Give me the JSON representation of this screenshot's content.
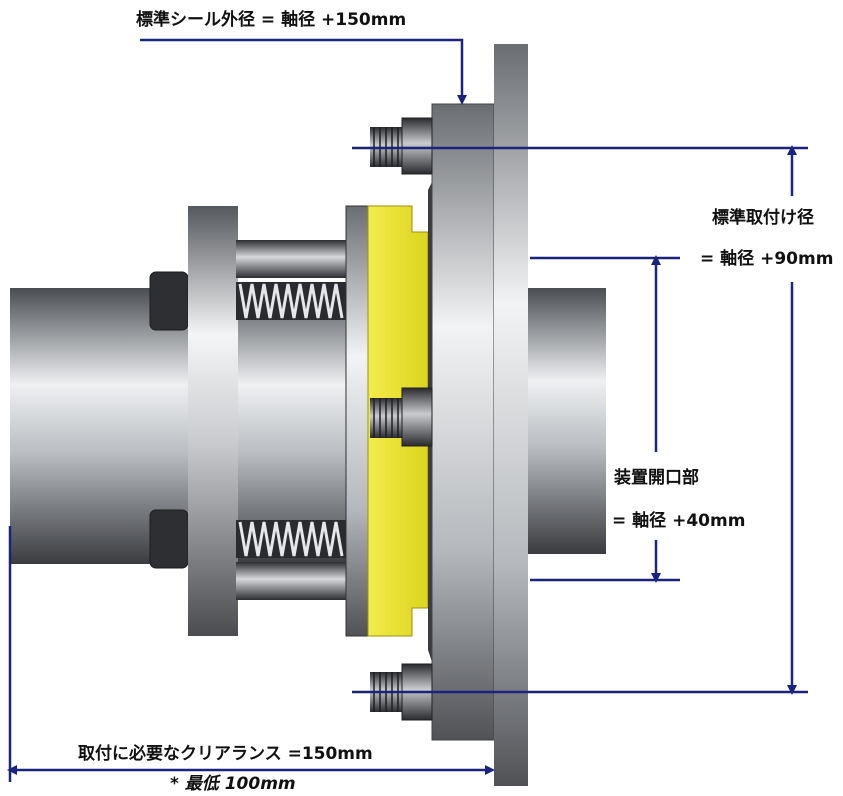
{
  "labels": {
    "seal_od": "標準シール外径 = 軸径 +150mm",
    "mount_dia_title": "標準取付け径",
    "mount_dia_value": "= 軸径 +90mm",
    "opening_title": "装置開口部",
    "opening_value": "= 軸径 +40mm",
    "clearance": "取付に必要なクリアランス =150mm",
    "minimum": "* 最低 100mm"
  },
  "colors": {
    "dimension_line": "#1a237e",
    "seal_face": "#e8e030",
    "label_text": "#111111"
  }
}
